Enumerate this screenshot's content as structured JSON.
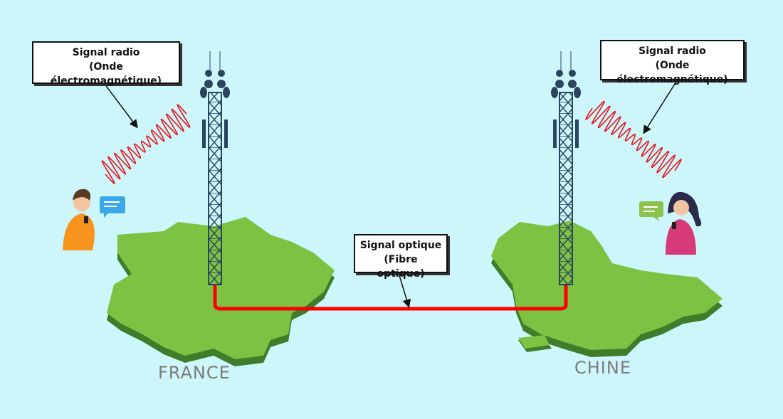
{
  "labels": {
    "radio_left": {
      "line1": "Signal radio",
      "line2": "(Onde électromagnétique)"
    },
    "radio_right": {
      "line1": "Signal radio",
      "line2": "(Onde électromagnétique)"
    },
    "optical": {
      "line1": "Signal optique",
      "line2": "(Fibre optique)"
    }
  },
  "countries": {
    "left": "FRANCE",
    "right": "CHINE"
  },
  "colors": {
    "background": "#cdf6fb",
    "land": "#7dc242",
    "land_side": "#3f7d2a",
    "fiber": "#ff0000",
    "wave": "#e8141c",
    "tower": "#2a4560"
  }
}
